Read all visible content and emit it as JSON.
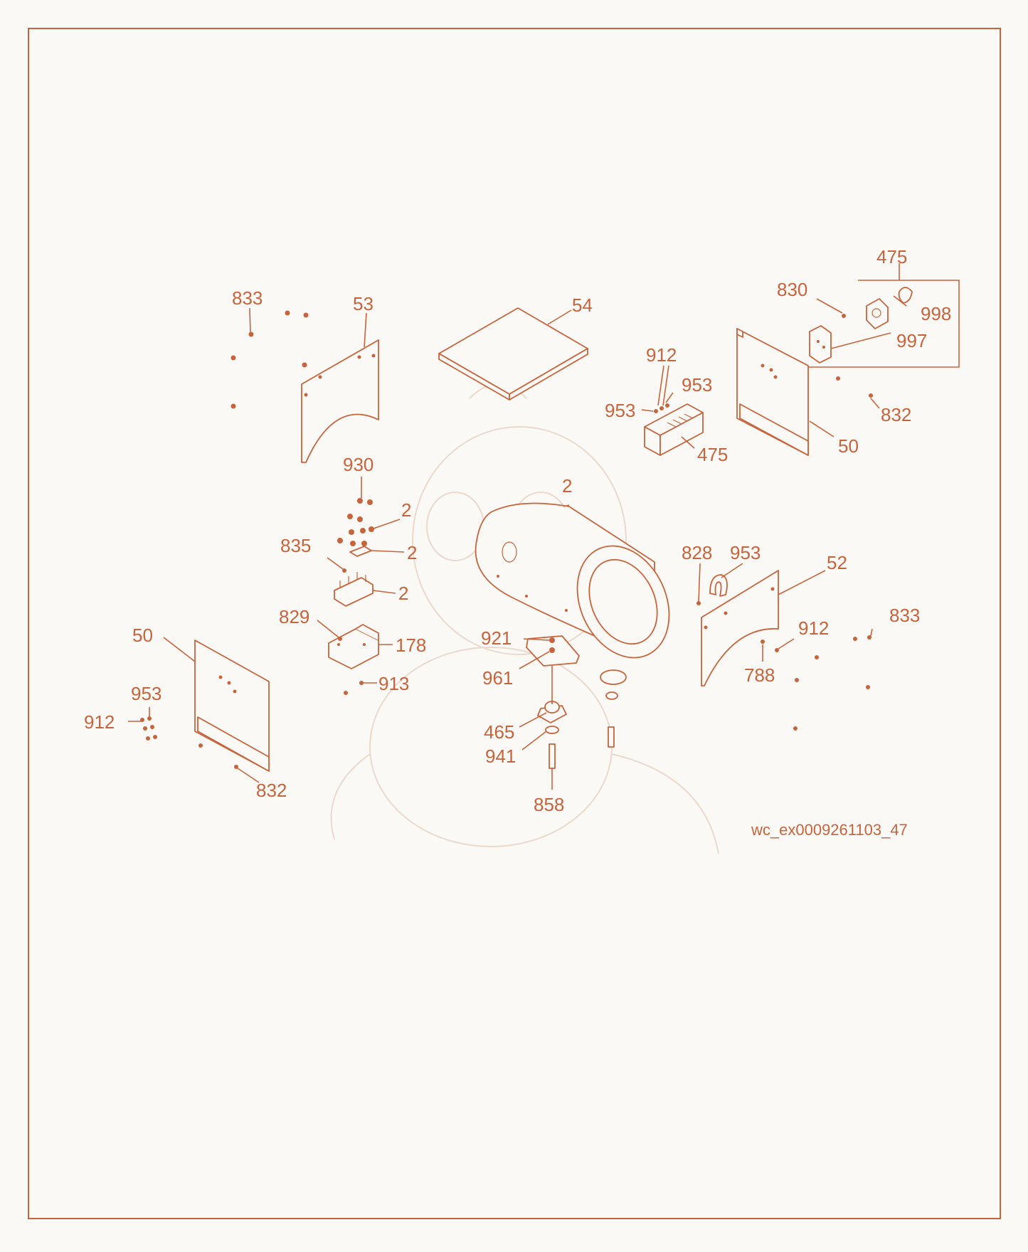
{
  "colors": {
    "ink": "#c8643c",
    "background": "#fbf9f6",
    "watermark": "#ead9cc"
  },
  "document_id": "wc_ex0009261103_47",
  "labels": [
    {
      "id": "l833a",
      "text": "833"
    },
    {
      "id": "l53",
      "text": "53"
    },
    {
      "id": "l54",
      "text": "54"
    },
    {
      "id": "l912a",
      "text": "912"
    },
    {
      "id": "l953a",
      "text": "953"
    },
    {
      "id": "l953b",
      "text": "953"
    },
    {
      "id": "l475a",
      "text": "475"
    },
    {
      "id": "l475b",
      "text": "475"
    },
    {
      "id": "l830",
      "text": "830"
    },
    {
      "id": "l998",
      "text": "998"
    },
    {
      "id": "l997",
      "text": "997"
    },
    {
      "id": "l832a",
      "text": "832"
    },
    {
      "id": "l50a",
      "text": "50"
    },
    {
      "id": "l930",
      "text": "930"
    },
    {
      "id": "l2a",
      "text": "2"
    },
    {
      "id": "l2b",
      "text": "2"
    },
    {
      "id": "l2c",
      "text": "2"
    },
    {
      "id": "l2d",
      "text": "2"
    },
    {
      "id": "l835",
      "text": "835"
    },
    {
      "id": "l829",
      "text": "829"
    },
    {
      "id": "l178",
      "text": "178"
    },
    {
      "id": "l913",
      "text": "913"
    },
    {
      "id": "l50b",
      "text": "50"
    },
    {
      "id": "l953c",
      "text": "953"
    },
    {
      "id": "l912b",
      "text": "912"
    },
    {
      "id": "l832b",
      "text": "832"
    },
    {
      "id": "l921",
      "text": "921"
    },
    {
      "id": "l961",
      "text": "961"
    },
    {
      "id": "l465",
      "text": "465"
    },
    {
      "id": "l941",
      "text": "941"
    },
    {
      "id": "l858",
      "text": "858"
    },
    {
      "id": "l828",
      "text": "828"
    },
    {
      "id": "l953d",
      "text": "953"
    },
    {
      "id": "l52",
      "text": "52"
    },
    {
      "id": "l912c",
      "text": "912"
    },
    {
      "id": "l833b",
      "text": "833"
    },
    {
      "id": "l788",
      "text": "788"
    }
  ]
}
